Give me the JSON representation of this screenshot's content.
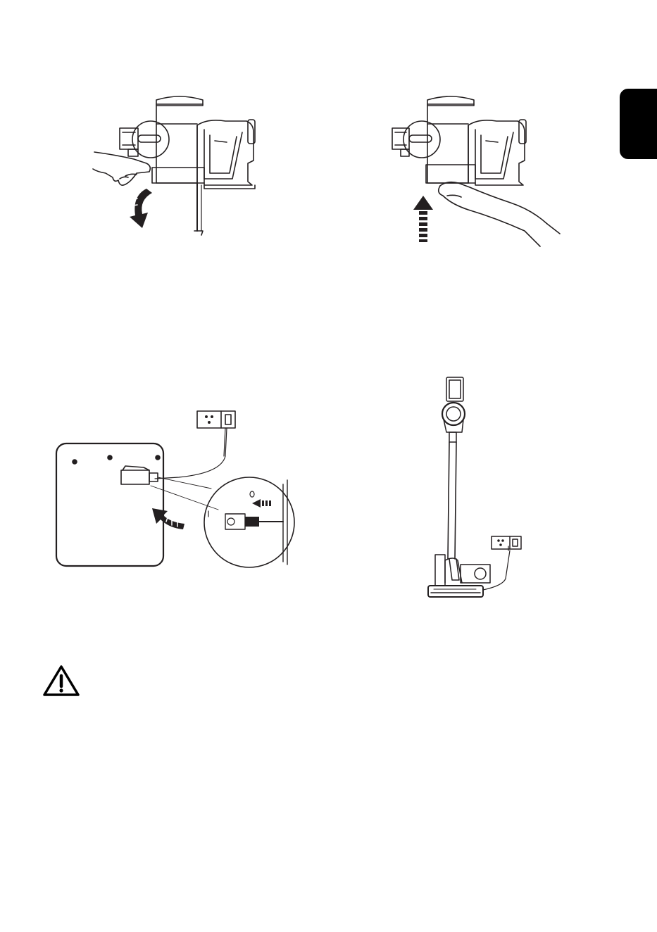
{
  "page": {
    "background": "#ffffff",
    "ink": "#231f20"
  },
  "side_tab": {
    "color": "#000000"
  },
  "figures": [
    {
      "id": "battery-release",
      "icons": [
        "hand-icon",
        "curved-arrow-down-icon"
      ]
    },
    {
      "id": "battery-insert",
      "icons": [
        "hand-icon",
        "arrow-up-icon"
      ]
    },
    {
      "id": "wall-mount-charging",
      "icons": [
        "wall-socket-icon",
        "curved-arrow-up-icon",
        "magnifier-circle"
      ]
    },
    {
      "id": "docked-charging",
      "icons": [
        "wall-socket-icon"
      ]
    }
  ],
  "warning": {
    "icon": "warning-triangle-icon"
  }
}
